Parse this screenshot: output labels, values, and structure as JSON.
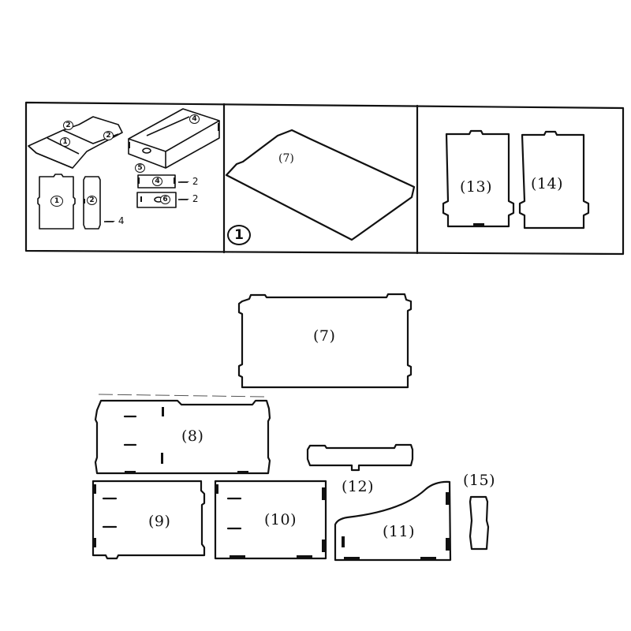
{
  "diagram": {
    "type": "assembly-instructions",
    "top_panel": {
      "step_number": "1",
      "section_a": {
        "part_callouts": [
          "1",
          "2",
          "2",
          "4",
          "5",
          "4",
          "6",
          "1",
          "2"
        ],
        "quantities": {
          "part4": "— 2",
          "part6": "— 2",
          "part2_side": "— 4"
        },
        "labels": {
          "p1a": "1",
          "p2a": "2",
          "p2b": "2",
          "p4a": "4",
          "p5": "5",
          "p4b": "4",
          "p6": "6",
          "p1b": "1",
          "p2c": "2"
        }
      },
      "section_b": {
        "label": "(7)"
      },
      "section_c": {
        "labels": [
          "(13)",
          "(14)"
        ]
      }
    },
    "parts": [
      {
        "id": "7",
        "label": "(7)"
      },
      {
        "id": "8",
        "label": "(8)"
      },
      {
        "id": "9",
        "label": "(9)"
      },
      {
        "id": "10",
        "label": "(10)"
      },
      {
        "id": "11",
        "label": "(11)"
      },
      {
        "id": "12",
        "label": "(12)"
      },
      {
        "id": "15",
        "label": "(15)"
      }
    ]
  }
}
